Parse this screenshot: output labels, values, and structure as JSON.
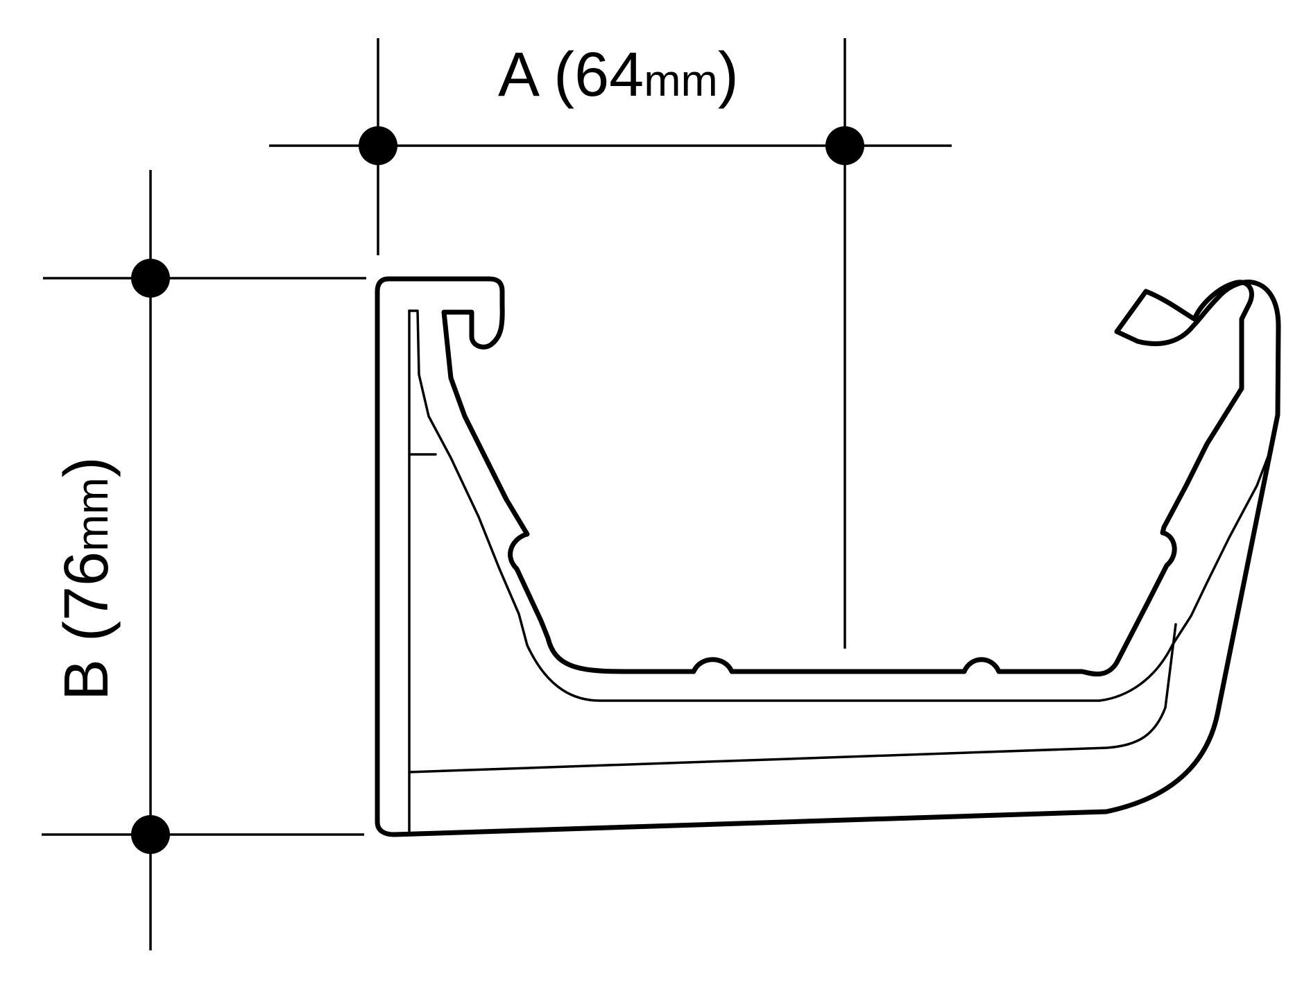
{
  "dimensions": {
    "a": {
      "letter": "A",
      "paren_open": "(",
      "value": "64",
      "unit": "mm",
      "paren_close": ")"
    },
    "b": {
      "letter": "B",
      "paren_open": "(",
      "value": "76",
      "unit": "mm",
      "paren_close": ")"
    }
  },
  "colors": {
    "stroke": "#000000",
    "background": "#ffffff"
  }
}
